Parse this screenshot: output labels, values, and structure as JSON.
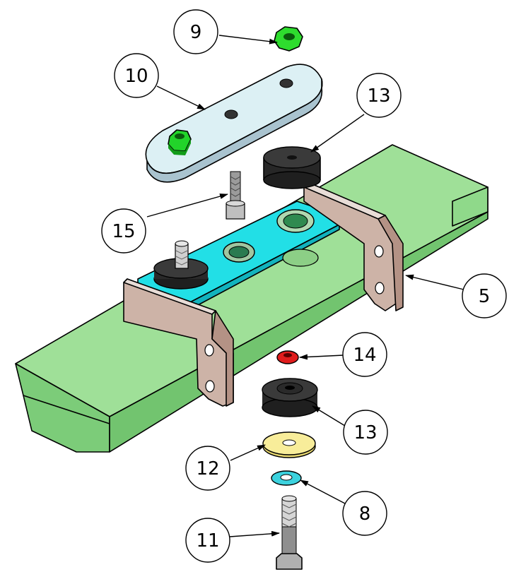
{
  "balloons": {
    "b9": "9",
    "b10": "10",
    "b13a": "13",
    "b15": "15",
    "b5": "5",
    "b14": "14",
    "b13b": "13",
    "b12": "12",
    "b8": "8",
    "b11": "11"
  },
  "colors": {
    "beam": "#9adc93",
    "beam_dark": "#6bbd6a",
    "plate": "#21e0e6",
    "bracket": "#c9aea2",
    "mount": "#2f2f2f",
    "clamp_plate": "#d9eef2",
    "nut_green": "#22dd22",
    "nut_red": "#ee2020",
    "washer_yellow": "#f7ea92",
    "washer_cyan": "#3fd3e0",
    "bolt": "#c8c8c8"
  }
}
